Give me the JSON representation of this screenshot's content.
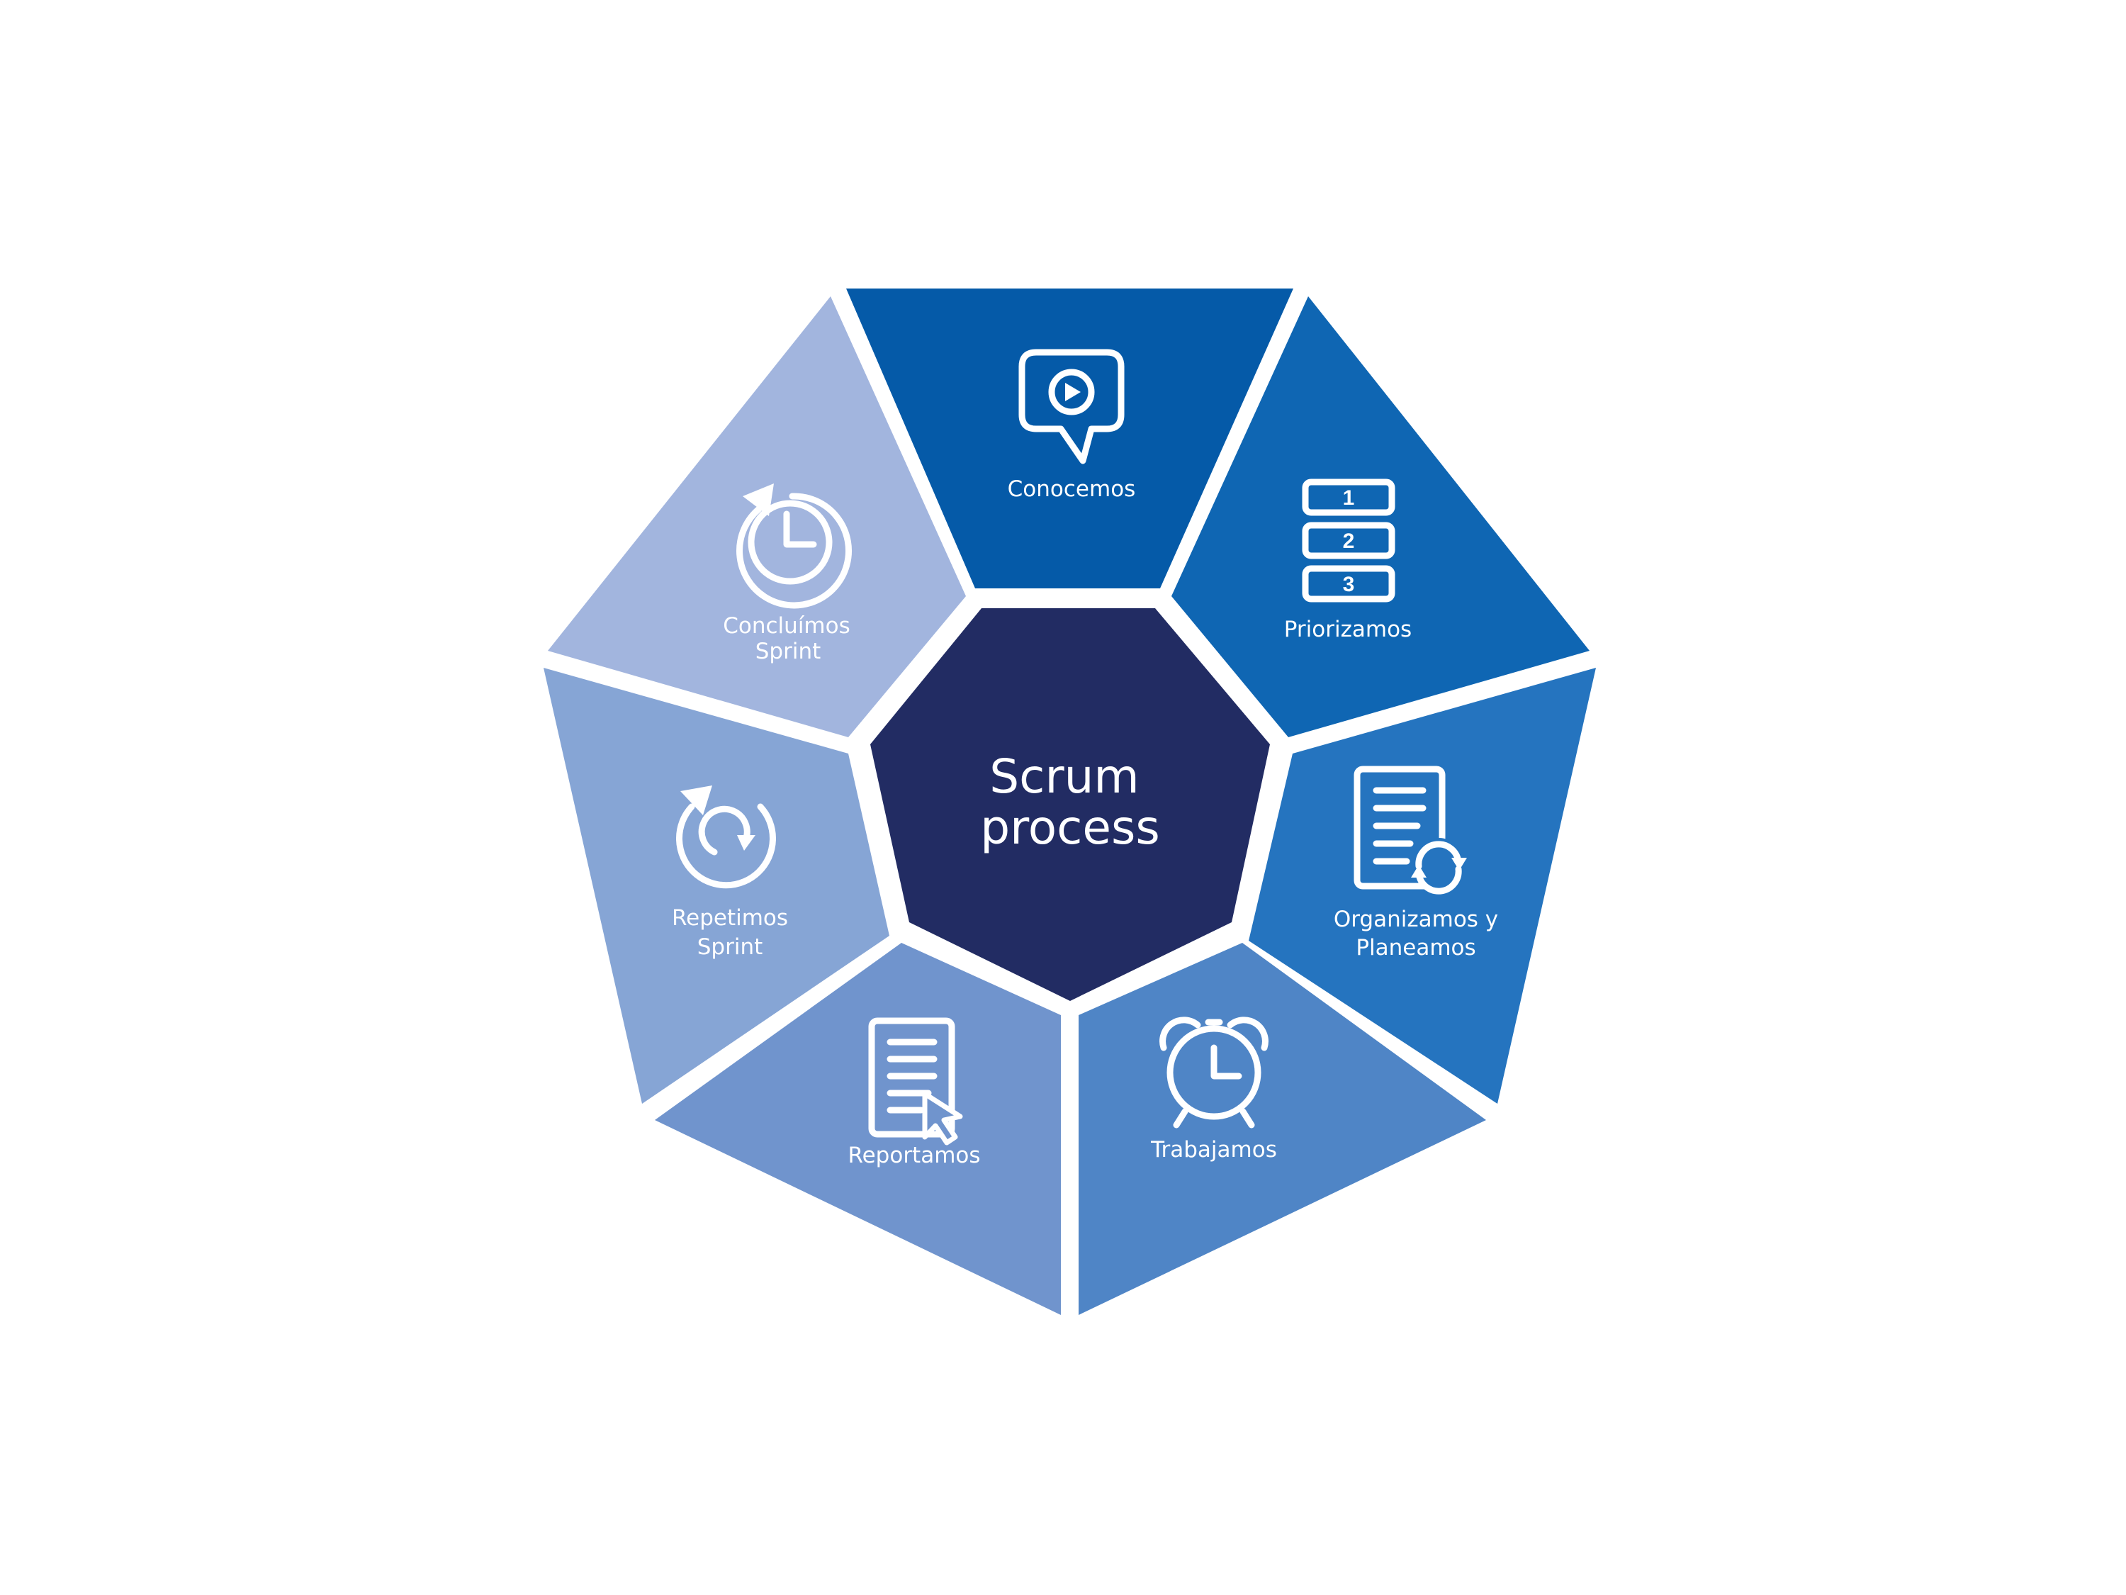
{
  "center": {
    "line1": "Scrum",
    "line2": "process",
    "color": "#222c63"
  },
  "segments": [
    {
      "id": "conocemos",
      "lines": [
        "Conocemos"
      ],
      "icon": "video-chat-bubble-icon",
      "color": "#055aa8"
    },
    {
      "id": "priorizamos",
      "lines": [
        "Priorizamos"
      ],
      "icon": "numbered-list-icon",
      "color": "#0f66b3",
      "numbers": [
        "1",
        "2",
        "3"
      ]
    },
    {
      "id": "organizamos",
      "lines": [
        "Organizamos y",
        "Planeamos"
      ],
      "icon": "document-arrows-icon",
      "color": "#2574bf"
    },
    {
      "id": "trabajamos",
      "lines": [
        "Trabajamos"
      ],
      "icon": "alarm-clock-icon",
      "color": "#4f85c6"
    },
    {
      "id": "reportamos",
      "lines": [
        "Reportamos"
      ],
      "icon": "report-cursor-icon",
      "color": "#7094cd"
    },
    {
      "id": "repetimos",
      "lines": [
        "Repetimos",
        "Sprint"
      ],
      "icon": "repeat-cycle-icon",
      "color": "#86a5d5"
    },
    {
      "id": "concluimos",
      "lines": [
        "Concluímos",
        "Sprint"
      ],
      "icon": "clock-refresh-icon",
      "color": "#a2b5de"
    }
  ]
}
